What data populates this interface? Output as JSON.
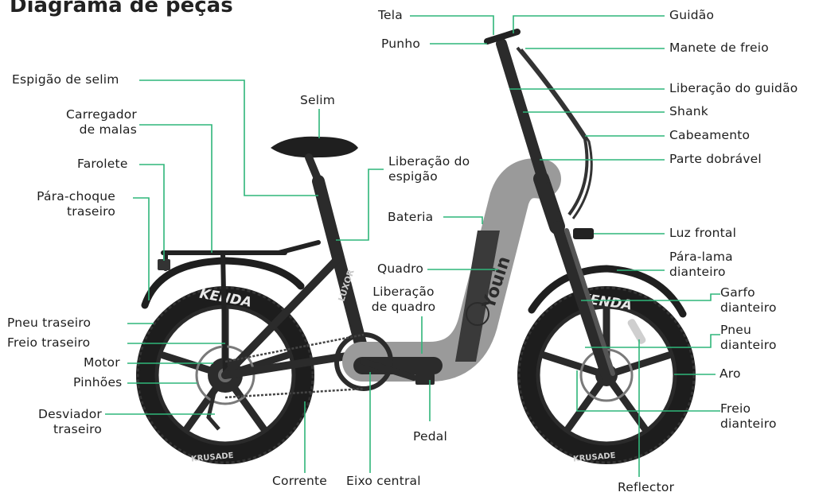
{
  "title": "Diagrama de peças",
  "colors": {
    "leader": "#2fb67a",
    "frame": "#2b2b2b",
    "frame_light": "#9a9a9a",
    "tire": "#1a1a1a"
  },
  "tire_brand": "KENDA",
  "tire_model": "KRUSADE",
  "frame_brand": "Youin",
  "frame_model": "LUXOR",
  "labels": [
    {
      "id": "tela",
      "lines": [
        "Tela"
      ]
    },
    {
      "id": "punho",
      "lines": [
        "Punho"
      ]
    },
    {
      "id": "espigao-selim",
      "lines": [
        "Espigão de selim"
      ]
    },
    {
      "id": "carregador",
      "lines": [
        "Carregador",
        "de malas"
      ]
    },
    {
      "id": "farolete",
      "lines": [
        "Farolete"
      ]
    },
    {
      "id": "para-choque",
      "lines": [
        "Pára-choque",
        "traseiro"
      ]
    },
    {
      "id": "pneu-traseiro",
      "lines": [
        "Pneu traseiro"
      ]
    },
    {
      "id": "freio-traseiro",
      "lines": [
        "Freio traseiro"
      ]
    },
    {
      "id": "motor",
      "lines": [
        "Motor"
      ]
    },
    {
      "id": "pinhoes",
      "lines": [
        "Pinhões"
      ]
    },
    {
      "id": "desviador",
      "lines": [
        "Desviador",
        "traseiro"
      ]
    },
    {
      "id": "selim",
      "lines": [
        "Selim"
      ]
    },
    {
      "id": "liberacao-espigao",
      "lines": [
        "Liberação do",
        "espigão"
      ]
    },
    {
      "id": "bateria",
      "lines": [
        "Bateria"
      ]
    },
    {
      "id": "quadro",
      "lines": [
        "Quadro"
      ]
    },
    {
      "id": "liberacao-quadro",
      "lines": [
        "Liberação",
        "de quadro"
      ]
    },
    {
      "id": "pedal",
      "lines": [
        "Pedal"
      ]
    },
    {
      "id": "corrente",
      "lines": [
        "Corrente"
      ]
    },
    {
      "id": "eixo-central",
      "lines": [
        "Eixo central"
      ]
    },
    {
      "id": "guidao",
      "lines": [
        "Guidão"
      ]
    },
    {
      "id": "manete",
      "lines": [
        "Manete de freio"
      ]
    },
    {
      "id": "liberacao-guidao",
      "lines": [
        "Liberação do guidão"
      ]
    },
    {
      "id": "shank",
      "lines": [
        "Shank"
      ]
    },
    {
      "id": "cabeamento",
      "lines": [
        "Cabeamento"
      ]
    },
    {
      "id": "parte-dobravel",
      "lines": [
        "Parte dobrável"
      ]
    },
    {
      "id": "luz-frontal",
      "lines": [
        "Luz frontal"
      ]
    },
    {
      "id": "para-lama",
      "lines": [
        "Pára-lama",
        "dianteiro"
      ]
    },
    {
      "id": "garfo",
      "lines": [
        "Garfo",
        "dianteiro"
      ]
    },
    {
      "id": "pneu-dianteiro",
      "lines": [
        "Pneu",
        "dianteiro"
      ]
    },
    {
      "id": "aro",
      "lines": [
        "Aro"
      ]
    },
    {
      "id": "freio-dianteiro",
      "lines": [
        "Freio",
        "dianteiro"
      ]
    },
    {
      "id": "reflector",
      "lines": [
        "Reflector"
      ]
    }
  ]
}
